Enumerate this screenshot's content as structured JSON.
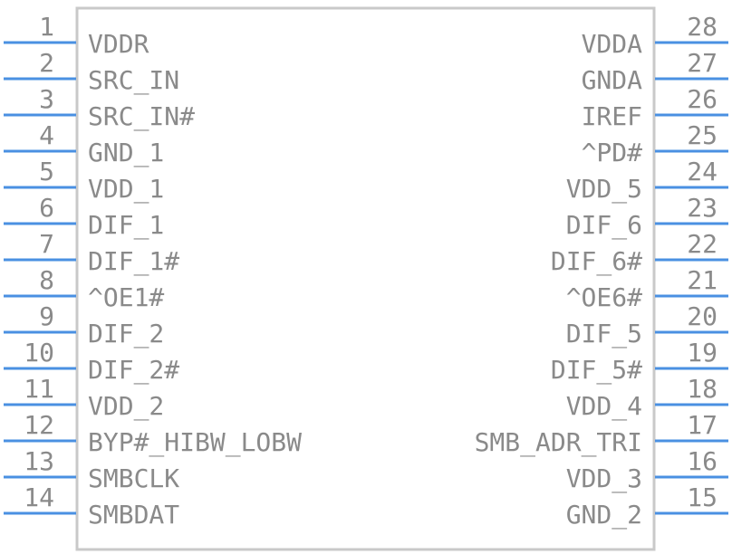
{
  "component": {
    "left_pins": [
      {
        "number": "1",
        "name": "VDDR"
      },
      {
        "number": "2",
        "name": "SRC_IN"
      },
      {
        "number": "3",
        "name": "SRC_IN#"
      },
      {
        "number": "4",
        "name": "GND_1"
      },
      {
        "number": "5",
        "name": "VDD_1"
      },
      {
        "number": "6",
        "name": "DIF_1"
      },
      {
        "number": "7",
        "name": "DIF_1#"
      },
      {
        "number": "8",
        "name": "^OE1#"
      },
      {
        "number": "9",
        "name": "DIF_2"
      },
      {
        "number": "10",
        "name": "DIF_2#"
      },
      {
        "number": "11",
        "name": "VDD_2"
      },
      {
        "number": "12",
        "name": "BYP#_HIBW_LOBW"
      },
      {
        "number": "13",
        "name": "SMBCLK"
      },
      {
        "number": "14",
        "name": "SMBDAT"
      }
    ],
    "right_pins": [
      {
        "number": "28",
        "name": "VDDA"
      },
      {
        "number": "27",
        "name": "GNDA"
      },
      {
        "number": "26",
        "name": "IREF"
      },
      {
        "number": "25",
        "name": "^PD#"
      },
      {
        "number": "24",
        "name": "VDD_5"
      },
      {
        "number": "23",
        "name": "DIF_6"
      },
      {
        "number": "22",
        "name": "DIF_6#"
      },
      {
        "number": "21",
        "name": "^OE6#"
      },
      {
        "number": "20",
        "name": "DIF_5"
      },
      {
        "number": "19",
        "name": "DIF_5#"
      },
      {
        "number": "18",
        "name": "VDD_4"
      },
      {
        "number": "17",
        "name": "SMB_ADR_TRI"
      },
      {
        "number": "16",
        "name": "VDD_3"
      },
      {
        "number": "15",
        "name": "GND_2"
      }
    ],
    "colors": {
      "pin": "#4a90e2",
      "outline": "#c9c9c9",
      "text": "#8a8a8a"
    }
  }
}
